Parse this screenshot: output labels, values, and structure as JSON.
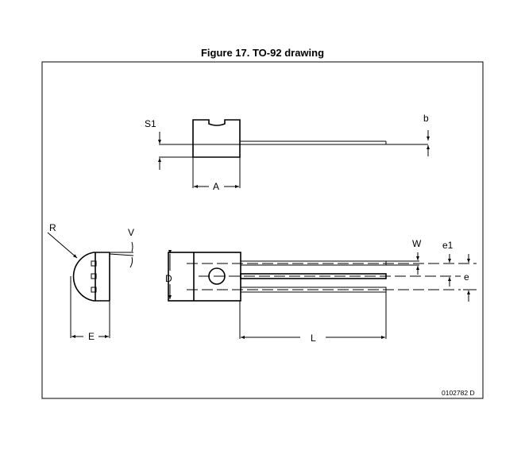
{
  "figure": {
    "title": "Figure 17. TO-92 drawing",
    "drawing_code": "0102782 D",
    "dimension_labels": {
      "S1": "S1",
      "b": "b",
      "A": "A",
      "R": "R",
      "V": "V",
      "E": "E",
      "D": "D",
      "L": "L",
      "W": "W",
      "e1": "e1",
      "e": "e"
    }
  }
}
